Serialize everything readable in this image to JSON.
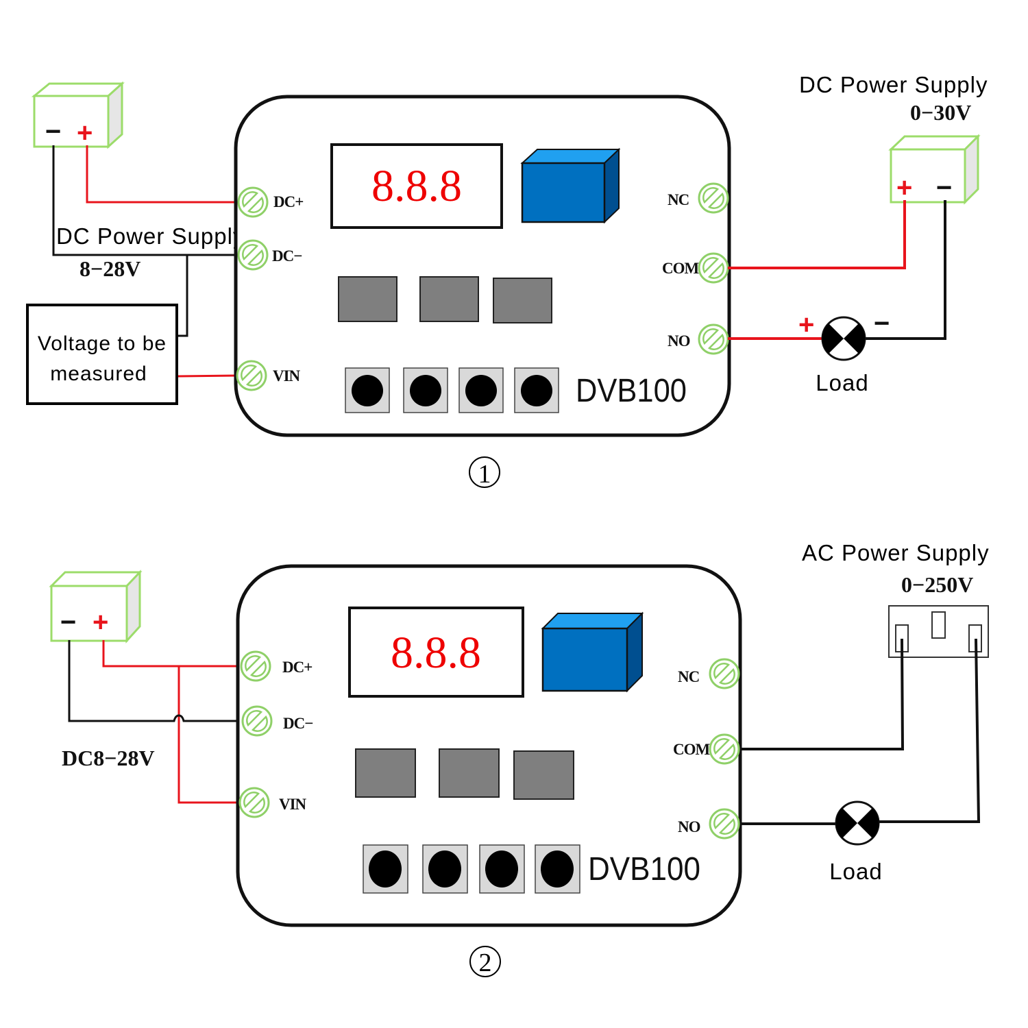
{
  "colors": {
    "wire_red": "#e8141c",
    "wire_black": "#111111",
    "terminal_green": "#8fd068",
    "supply_box_green": "#9cdc6a",
    "relay_blue": "#0070c0",
    "relay_top": "#20a0f0",
    "relay_side": "#004f90",
    "led_red": "#ee0000",
    "key_gray": "#7f7f7f",
    "button_bg": "#d9d9d9"
  },
  "diagrams": [
    {
      "id": "1",
      "number_label": "①",
      "module": {
        "model": "DVB100",
        "display": "8.8.8",
        "terminals_left": [
          "DC+",
          "DC−",
          "VIN"
        ],
        "terminals_right": [
          "NC",
          "COM",
          "NO"
        ]
      },
      "left_supply": {
        "minus": "−",
        "plus": "+",
        "title": "DC Power Supply",
        "voltage": "8−28V"
      },
      "measure_box": {
        "line1": "Voltage to be",
        "line2": "measured"
      },
      "right_supply": {
        "title": "DC Power Supply",
        "voltage": "0−30V",
        "plus": "+",
        "minus": "−"
      },
      "load": {
        "label": "Load",
        "plus": "+",
        "minus": "−"
      }
    },
    {
      "id": "2",
      "number_label": "②",
      "module": {
        "model": "DVB100",
        "display": "8.8.8",
        "terminals_left": [
          "DC+",
          "DC−",
          "VIN"
        ],
        "terminals_right": [
          "NC",
          "COM",
          "NO"
        ]
      },
      "left_supply": {
        "minus": "−",
        "plus": "+",
        "voltage": "DC8−28V"
      },
      "right_supply": {
        "title": "AC Power Supply",
        "voltage": "0−250V"
      },
      "load": {
        "label": "Load"
      }
    }
  ]
}
